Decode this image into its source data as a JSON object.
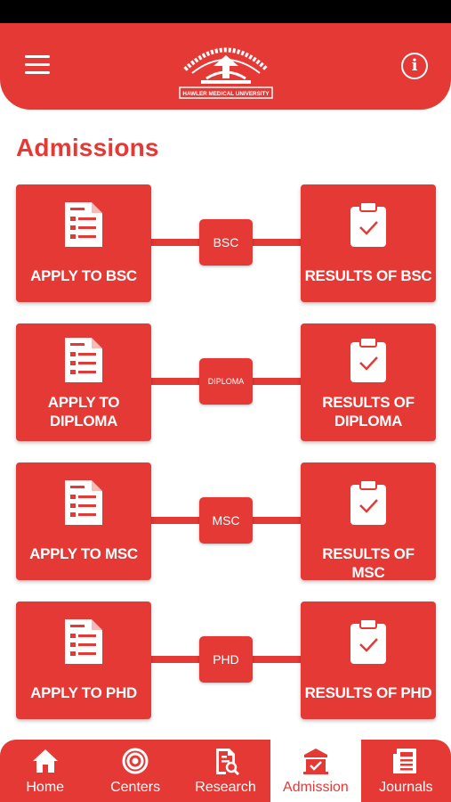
{
  "header": {
    "logo_text": "HAWLER MEDICAL UNIVERSITY",
    "menu_icon": "hamburger-menu-icon",
    "info_icon": "info-icon",
    "info_glyph": "i"
  },
  "page": {
    "title": "Admissions"
  },
  "rows": [
    {
      "apply_label": "APPLY TO BSC",
      "badge": "BSC",
      "results_label": "RESULTS OF BSC"
    },
    {
      "apply_label_1": "APPLY TO",
      "apply_label_2": "DIPLOMA",
      "badge": "DIPLOMA",
      "results_label_1": "RESULTS OF",
      "results_label_2": "DIPLOMA"
    },
    {
      "apply_label": "APPLY TO MSC",
      "badge": "MSC",
      "results_label": "RESULTS OF MSC"
    },
    {
      "apply_label": "APPLY TO PHD",
      "badge": "PHD",
      "results_label": "RESULTS OF PHD"
    }
  ],
  "nav": {
    "items": [
      {
        "label": "Home",
        "icon": "home-icon"
      },
      {
        "label": "Centers",
        "icon": "target-icon"
      },
      {
        "label": "Research",
        "icon": "document-search-icon"
      },
      {
        "label": "Admission",
        "icon": "university-building-icon",
        "active": true
      },
      {
        "label": "Journals",
        "icon": "newspaper-icon"
      }
    ]
  },
  "colors": {
    "primary": "#e53935",
    "background": "#ffffff",
    "text_on_primary": "#ffffff"
  }
}
